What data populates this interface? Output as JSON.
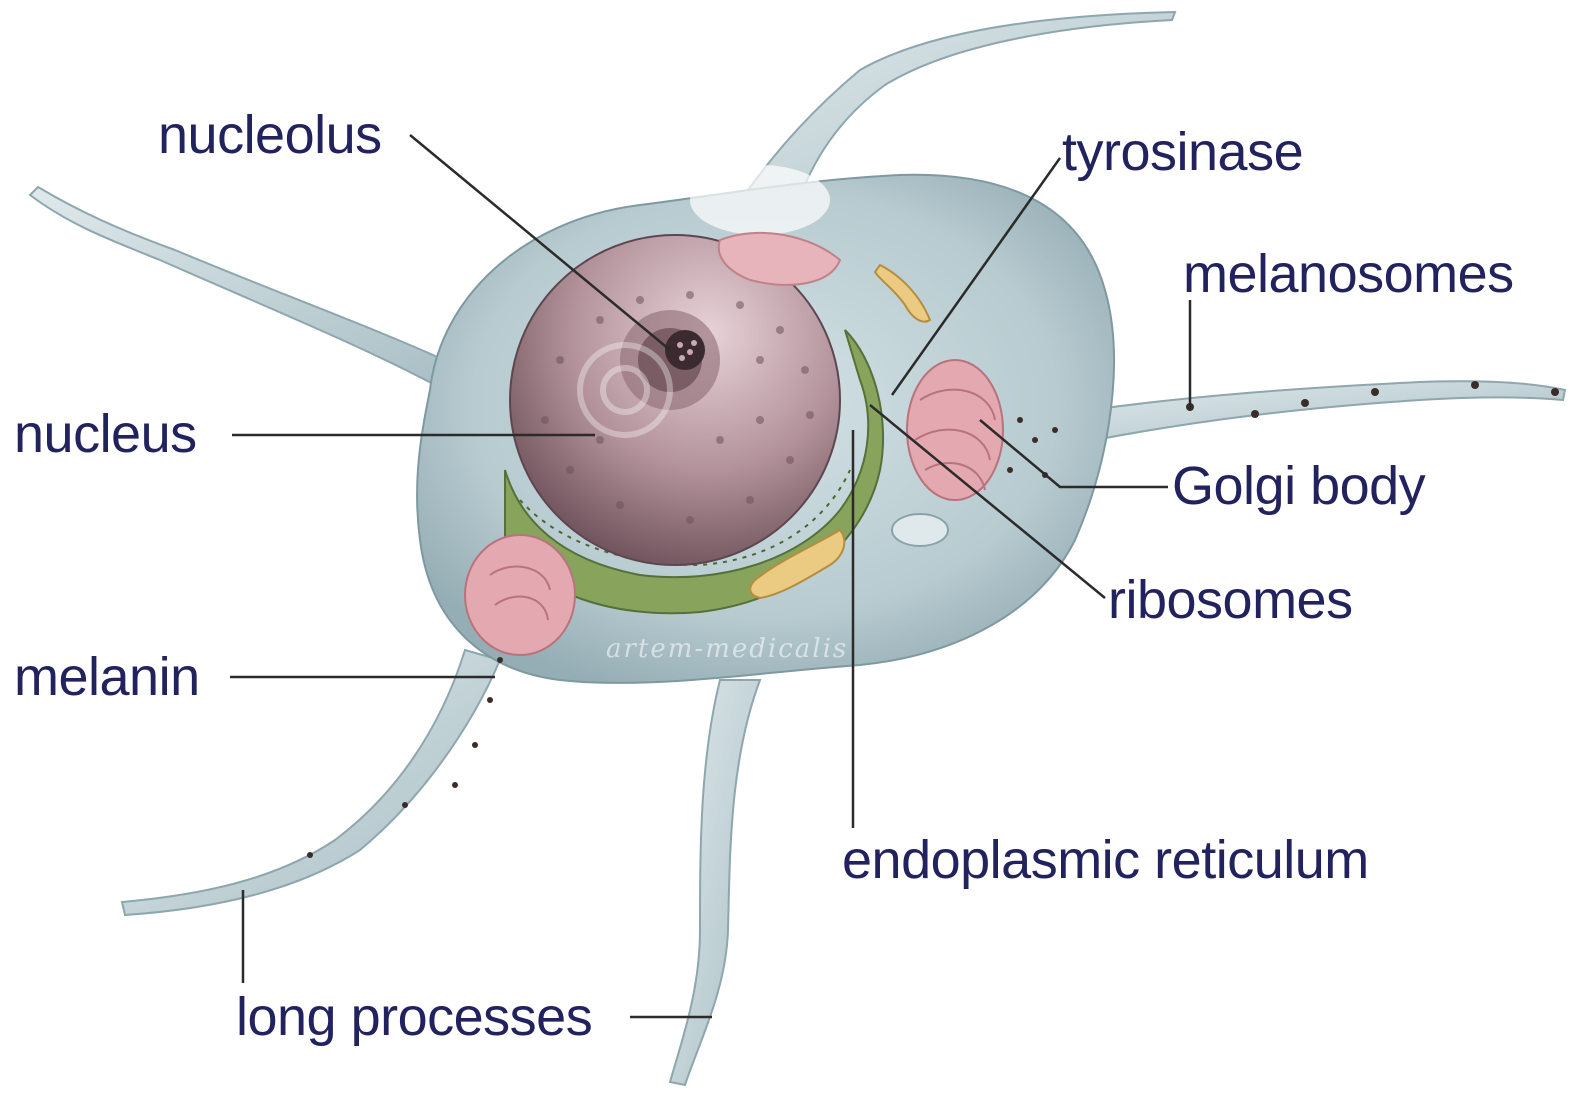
{
  "diagram": {
    "labels": {
      "nucleolus": "nucleolus",
      "tyrosinase": "tyrosinase",
      "melanosomes": "melanosomes",
      "nucleus": "nucleus",
      "golgi_body": "Golgi body",
      "ribosomes": "ribosomes",
      "melanin": "melanin",
      "endoplasmic_reticulum": "endoplasmic reticulum",
      "long_processes": "long processes"
    },
    "watermark": "artem-medicalis",
    "colors": {
      "label_text": "#22225f",
      "leader_line": "#2b2b2b",
      "cytoplasm": "#b9cdd2",
      "nucleus": "#a7858e",
      "golgi": "#e2a9b0",
      "endoplasmic_reticulum": "#7f9a52",
      "mitochondria": "#e7c67a"
    }
  }
}
